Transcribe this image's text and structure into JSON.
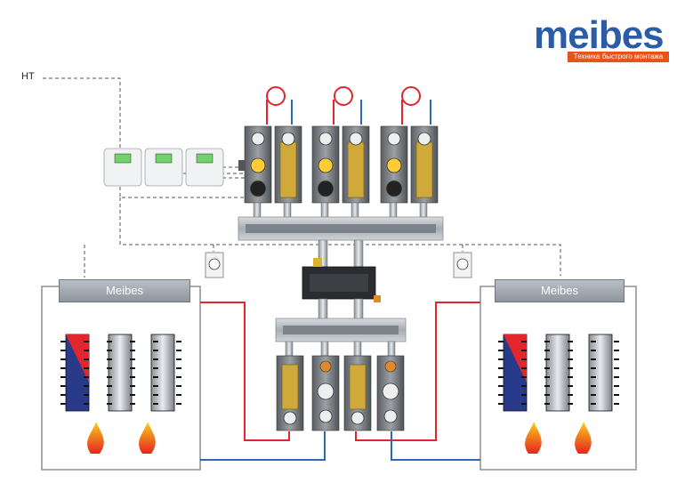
{
  "logo": {
    "brand": "meibes",
    "tagline": "Техника быстрого монтажа"
  },
  "signal_label": "HT",
  "boilers": [
    {
      "label": "Meibes"
    },
    {
      "label": "Meibes"
    }
  ],
  "colors": {
    "supply": "#e3262c",
    "return": "#2a6bb5",
    "control": "#555555",
    "brand": "#2a5ca8",
    "accent": "#e8531c"
  }
}
